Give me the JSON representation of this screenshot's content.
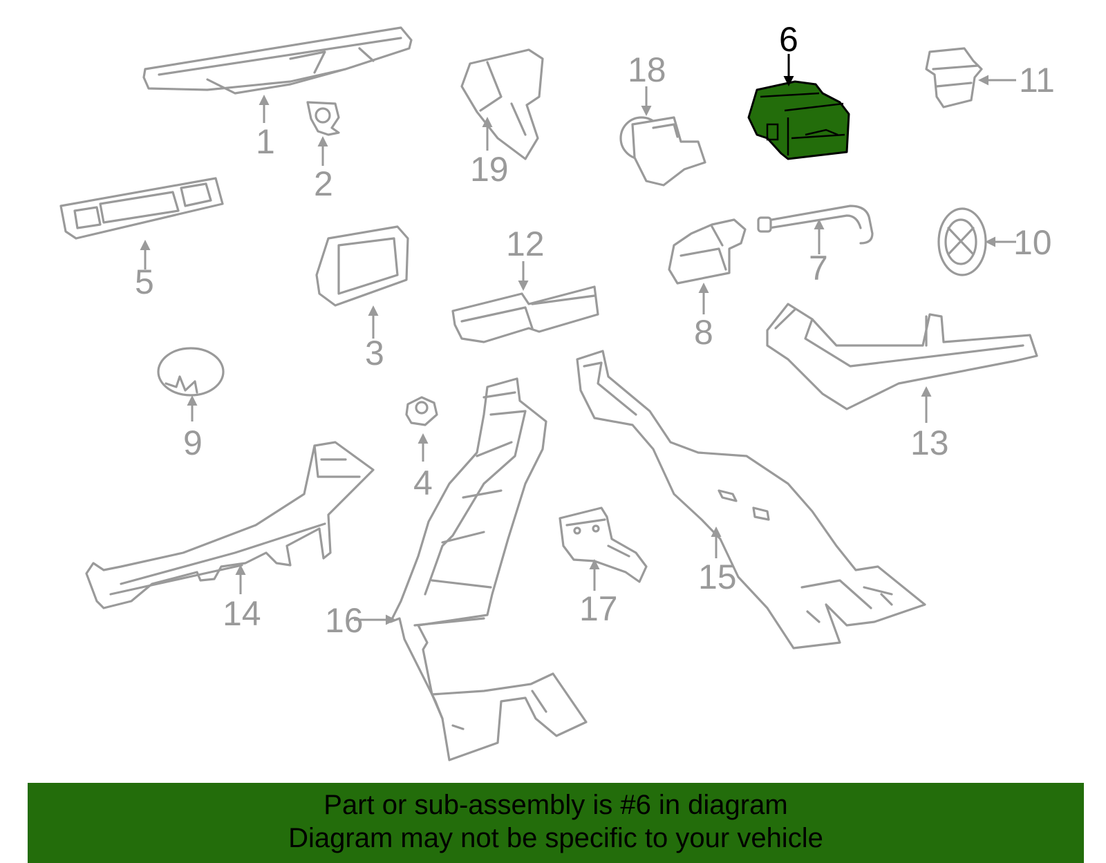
{
  "colors": {
    "highlight": "#236d0b",
    "banner_background": "#236d0b",
    "line_art": "#9a9a9a",
    "highlight_callout": "#000000"
  },
  "highlighted_part": "6",
  "callouts": {
    "c1": "1",
    "c2": "2",
    "c3": "3",
    "c4": "4",
    "c5": "5",
    "c6": "6",
    "c7": "7",
    "c8": "8",
    "c9": "9",
    "c10": "10",
    "c11": "11",
    "c12": "12",
    "c13": "13",
    "c14": "14",
    "c15": "15",
    "c16": "16",
    "c17": "17",
    "c18": "18",
    "c19": "19"
  },
  "banner": {
    "line1": "Part or sub-assembly is #6 in diagram",
    "line2": "Diagram may not be specific to your vehicle"
  }
}
